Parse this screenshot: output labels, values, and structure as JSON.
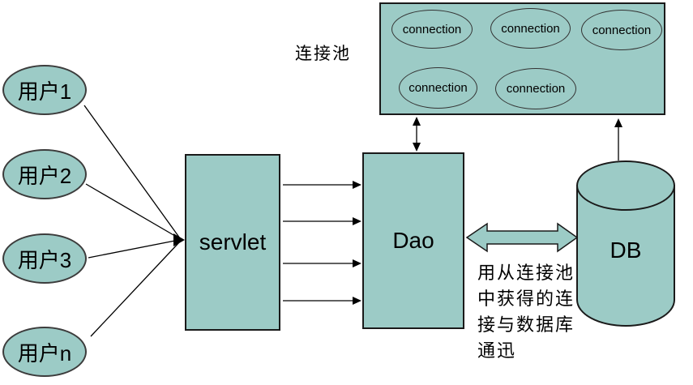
{
  "colors": {
    "shape_fill": "#9CCBC6",
    "shape_stroke": "#1a1a1a",
    "connector": "#000000"
  },
  "users": [
    {
      "label": "用户1"
    },
    {
      "label": "用户2"
    },
    {
      "label": "用户3"
    },
    {
      "label": "用户n"
    }
  ],
  "servlet": {
    "label": "servlet"
  },
  "dao": {
    "label": "Dao"
  },
  "db": {
    "label": "DB"
  },
  "pool": {
    "label": "连接池",
    "connections": [
      "connection",
      "connection",
      "connection",
      "connection",
      "connection"
    ]
  },
  "annotation": {
    "lines": [
      "用从连接池",
      "中获得的连",
      "接与数据库",
      "通迅"
    ]
  }
}
